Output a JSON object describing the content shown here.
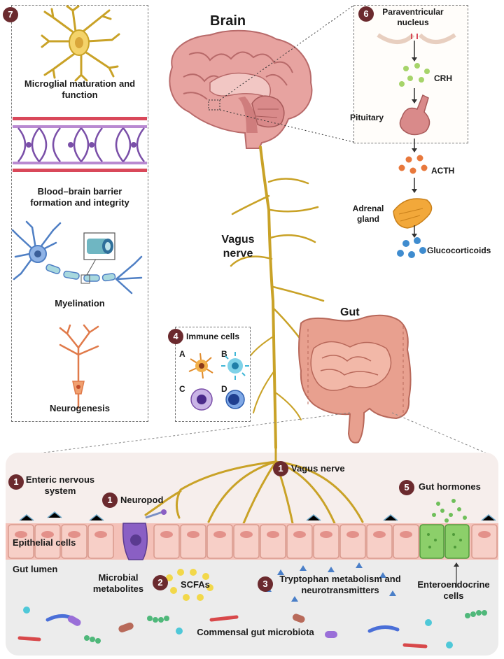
{
  "brain_title": "Brain",
  "vagus_label": "Vagus\nnerve",
  "gut_label": "Gut",
  "panel7": {
    "badge": "7",
    "microglia": "Microglial maturation and function",
    "bbb": "Blood–brain barrier formation and integrity",
    "myelination": "Myelination",
    "neurogenesis": "Neurogenesis"
  },
  "hpa": {
    "badge": "6",
    "pvn": "Paraventricular nucleus",
    "crh": "CRH",
    "pituitary": "Pituitary",
    "acth": "ACTH",
    "adrenal": "Adrenal gland",
    "glucocorticoids": "Glucocorticoids"
  },
  "immune": {
    "badge": "4",
    "title": "Immune cells",
    "a": "A",
    "b": "B",
    "c": "C",
    "d": "D"
  },
  "gut_detail": {
    "ens_badge": "1",
    "ens": "Enteric nervous system",
    "neuropod_badge": "1",
    "neuropod": "Neuropod",
    "vagus_badge": "1",
    "vagus": "Vagus nerve",
    "hormones_badge": "5",
    "hormones": "Gut hormones",
    "epithelial": "Epithelial cells",
    "lumen": "Gut lumen",
    "microbial": "Microbial metabolites",
    "scfa_badge": "2",
    "scfa": "SCFAs",
    "trp_badge": "3",
    "trp": "Tryptophan metabolism and neurotransmitters",
    "eec": "Enteroendocrine cells",
    "microbiota": "Commensal gut microbiota"
  },
  "colors": {
    "badge": "#6b2a2e",
    "nerve": "#c9a227",
    "brain": "#d98a8a",
    "gut": "#e8a08f",
    "eec": "#8ccf6a",
    "crh": "#a6d46a",
    "acth": "#e8783c",
    "gluco": "#3f8ccf"
  }
}
